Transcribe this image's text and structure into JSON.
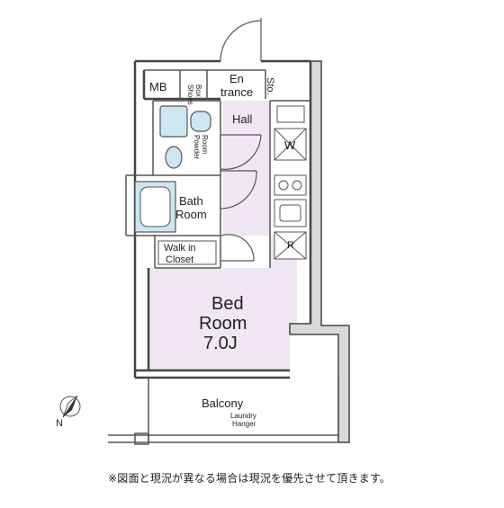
{
  "rooms": {
    "mb": "MB",
    "shoes_line1": "Shoes",
    "shoes_line2": "Box",
    "entrance_line1": "En",
    "entrance_line2": "trance",
    "storage": "Sto.",
    "hall": "Hall",
    "powder_line1": "Powder",
    "powder_line2": "Room",
    "washer": "W",
    "bath_line1": "Bath",
    "bath_line2": "Room",
    "refrigerator": "R",
    "walkin_line1": "Walk in",
    "walkin_line2": "Closet",
    "bed_line1": "Bed",
    "bed_line2": "Room",
    "bed_size": "7.0J",
    "balcony": "Balcony",
    "laundry_line1": "Laundry",
    "laundry_line2": "Hanger"
  },
  "compass": {
    "north_label": "N"
  },
  "footer": {
    "note": "※図面と現況が異なる場合は現況を優先させて頂きます。"
  },
  "colors": {
    "wall": "#444444",
    "bedroom_fill": "#f1e6f3",
    "bath_fill": "#cde7f2",
    "shaft_fill": "#d9d9d9"
  }
}
